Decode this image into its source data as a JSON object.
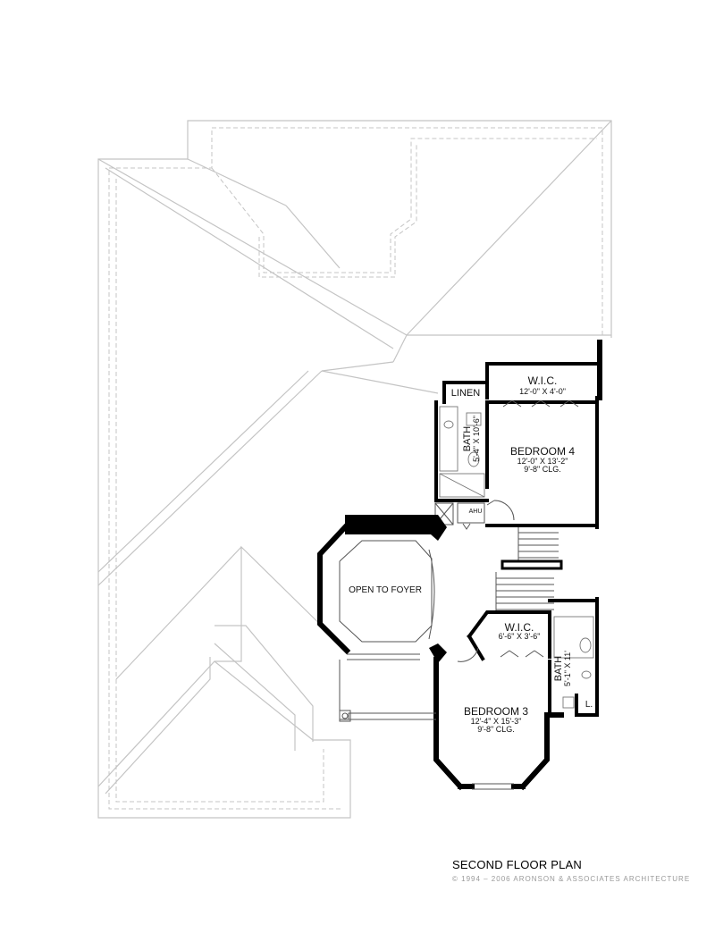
{
  "rooms": {
    "wic_top": {
      "name": "W.I.C.",
      "size": "12'-0\" X 4'-0\""
    },
    "linen": {
      "name": "LINEN"
    },
    "bath_top": {
      "name": "BATH",
      "size": "5'-4\" X 10'-6\""
    },
    "bedroom4": {
      "name": "BEDROOM 4",
      "size": "12'-0\" X 13'-2\"",
      "ceiling": "9'-8\" CLG."
    },
    "ahu": {
      "name": "AHU"
    },
    "open_to_foyer": {
      "name": "OPEN TO FOYER"
    },
    "wic_bottom": {
      "name": "W.I.C.",
      "size": "6'-6\" X 3'-6\""
    },
    "bath_bottom": {
      "name": "BATH",
      "size": "5'-1\" X 11'"
    },
    "linen_small": {
      "name": "L."
    },
    "bedroom3": {
      "name": "BEDROOM 3",
      "size": "12'-4\" X 15'-3\"",
      "ceiling": "9'-8\" CLG."
    }
  },
  "title": "SECOND FLOOR PLAN",
  "copyright": "© 1994 – 2006 ARONSON & ASSOCIATES ARCHITECTURE",
  "colors": {
    "walls": "#000000",
    "roof_lines": "#c4c4c4",
    "background": "#ffffff"
  }
}
